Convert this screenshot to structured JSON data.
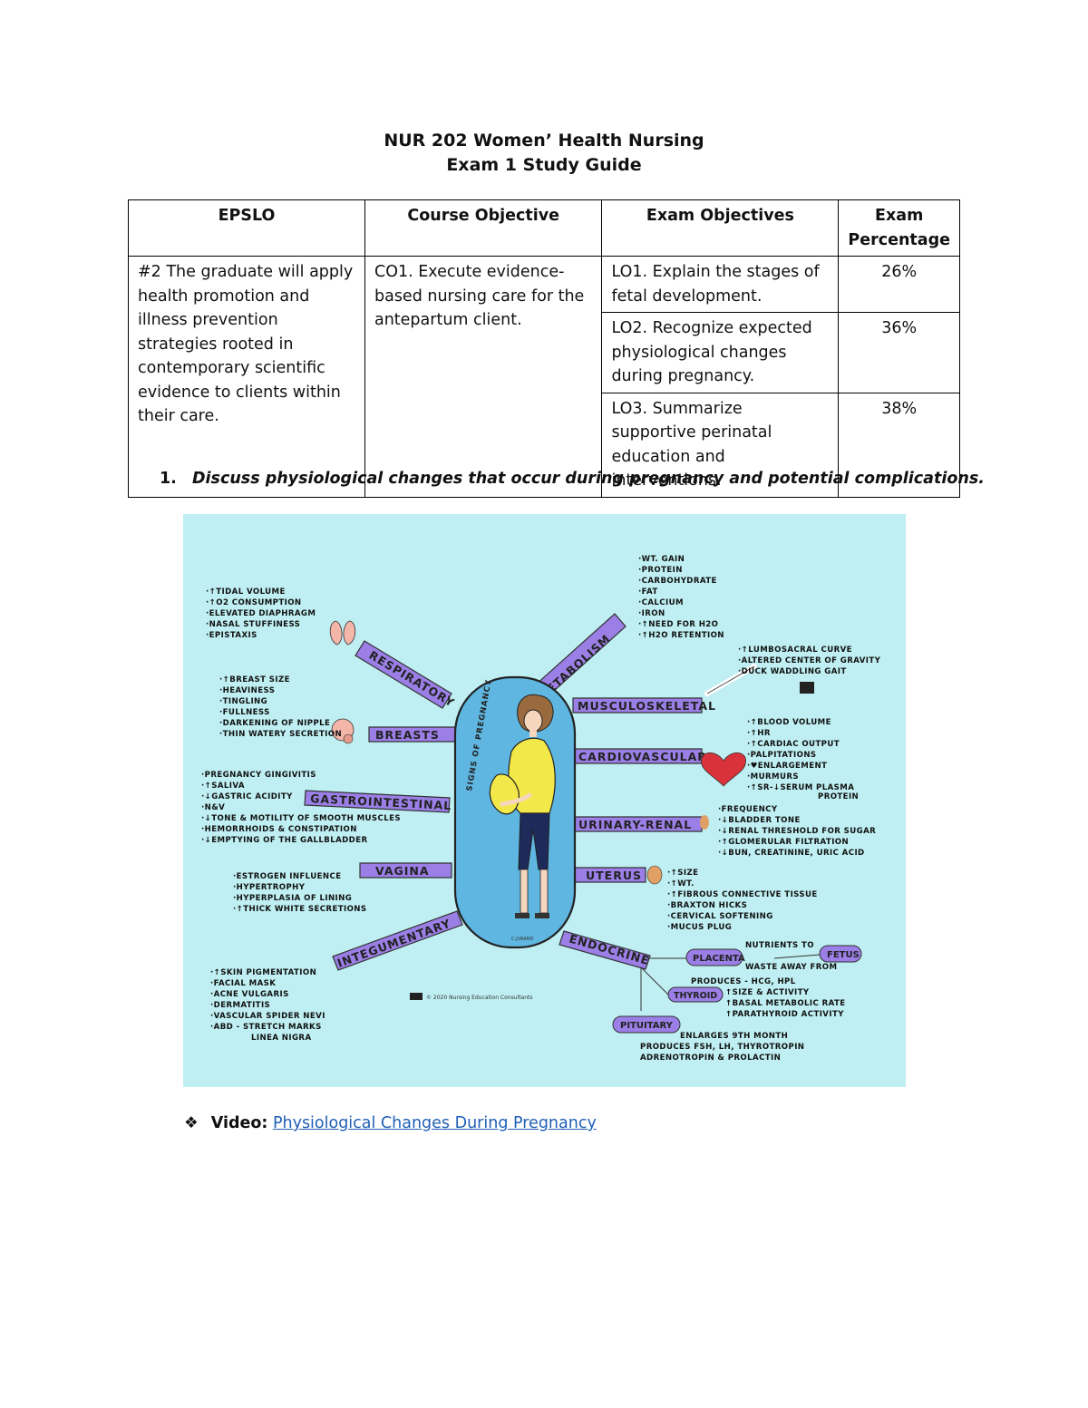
{
  "title_line1": "NUR 202 Women’ Health Nursing",
  "title_line2": "Exam 1 Study Guide",
  "table": {
    "headers": [
      "EPSLO",
      "Course Objective",
      "Exam Objectives",
      "Exam Percentage"
    ],
    "epslo": "#2 The graduate will apply health promotion and illness prevention strategies rooted in contemporary scientific evidence to clients within their care.",
    "course_objective": "CO1. Execute evidence-based nursing care for the antepartum client.",
    "rows": [
      {
        "objective": "LO1. Explain the stages of fetal development.",
        "percentage": "26%"
      },
      {
        "objective": "LO2. Recognize expected physiological changes during pregnancy.",
        "percentage": "36%"
      },
      {
        "objective": "LO3. Summarize supportive perinatal education and interventions.",
        "percentage": "38%"
      }
    ]
  },
  "question": {
    "number": "1.",
    "text": "Discuss physiological changes that occur during pregnancy and potential complications."
  },
  "diagram": {
    "center_label": "SIGNS OF PREGNANCY",
    "copyright": "© 2020 Nursing Education Consultants",
    "signature": "C.JURAND",
    "bands": {
      "respiratory": "RESPIRATORY",
      "metabolism": "METABOLISM",
      "breasts": "BREASTS",
      "musculoskeletal": "MUSCULOSKELETAL",
      "cardiovascular": "CARDIOVASCULAR",
      "gastrointestinal": "GASTROINTESTINAL",
      "urinary": "URINARY-RENAL",
      "vagina": "VAGINA",
      "uterus": "UTERUS",
      "integumentary": "INTEGUMENTARY",
      "endocrine": "ENDOCRINE"
    },
    "notes": {
      "respiratory": [
        "·↑TIDAL VOLUME",
        "·↑O2 CONSUMPTION",
        "·ELEVATED DIAPHRAGM",
        "·NASAL STUFFINESS",
        "·EPISTAXIS"
      ],
      "metabolism": [
        "·WT. GAIN",
        "·PROTEIN",
        "·CARBOHYDRATE",
        "·FAT",
        "·CALCIUM",
        "·IRON",
        "·↑NEED FOR H2O",
        "·↑H2O RETENTION"
      ],
      "breasts": [
        "·↑BREAST SIZE",
        "·HEAVINESS",
        "·TINGLING",
        "·FULLNESS",
        "·DARKENING OF NIPPLE",
        "·THIN WATERY SECRETION"
      ],
      "musculoskeletal": [
        "·↑LUMBOSACRAL CURVE",
        "·ALTERED CENTER OF GRAVITY",
        "·DUCK WADDLING GAIT"
      ],
      "cardiovascular": [
        "·↑BLOOD VOLUME",
        "·↑HR",
        "·↑CARDIAC OUTPUT",
        "·PALPITATIONS",
        "·♥ENLARGEMENT",
        "·MURMURS",
        "·↑SR-↓SERUM PLASMA",
        "PROTEIN"
      ],
      "gastrointestinal": [
        "·PREGNANCY GINGIVITIS",
        "·↑SALIVA",
        "·↓GASTRIC ACIDITY",
        "·N&V",
        "·↓TONE & MOTILITY OF SMOOTH MUSCLES",
        "·HEMORRHOIDS & CONSTIPATION",
        "·↓EMPTYING OF THE GALLBLADDER"
      ],
      "urinary": [
        "·FREQUENCY",
        "·↓BLADDER TONE",
        "·↓RENAL THRESHOLD FOR SUGAR",
        "·↑GLOMERULAR FILTRATION",
        "·↓BUN, CREATININE, URIC ACID"
      ],
      "vagina": [
        "·ESTROGEN INFLUENCE",
        "·HYPERTROPHY",
        "·HYPERPLASIA OF LINING",
        "·↑THICK WHITE SECRETIONS"
      ],
      "uterus": [
        "·↑SIZE",
        "·↑WT.",
        "·↑FIBROUS CONNECTIVE TISSUE",
        "·BRAXTON HICKS",
        "·CERVICAL SOFTENING",
        "·MUCUS PLUG"
      ],
      "integumentary": [
        "·↑SKIN PIGMENTATION",
        "·FACIAL MASK",
        "·ACNE VULGARIS",
        "·DERMATITIS",
        "·VASCULAR SPIDER NEVI",
        "·ABD - STRETCH MARKS",
        "LINEA NIGRA"
      ],
      "placenta": "PLACENTA",
      "fetus": "FETUS",
      "nutrients": "NUTRIENTS TO",
      "waste": "WASTE AWAY FROM",
      "produces": "PRODUCES - HCG, HPL",
      "thyroid": "THYROID",
      "thyroid_notes": [
        "↑SIZE & ACTIVITY",
        "↑BASAL METABOLIC RATE",
        "↑PARATHYROID ACTIVITY"
      ],
      "pituitary": "PITUITARY",
      "pituitary_notes": [
        "ENLARGES 9TH MONTH",
        "PRODUCES FSH, LH, THYROTROPIN",
        "ADRENOTROPIN & PROLACTIN"
      ]
    }
  },
  "video": {
    "label": "Video:",
    "link_text": "Physiological Changes During Pregnancy"
  },
  "colors": {
    "diagram_bg": "#bfeff2",
    "band_fill": "#9b7fe6",
    "center_oval": "#5fb6e0",
    "shirt": "#f3e84a",
    "link": "#1f5fb5"
  }
}
